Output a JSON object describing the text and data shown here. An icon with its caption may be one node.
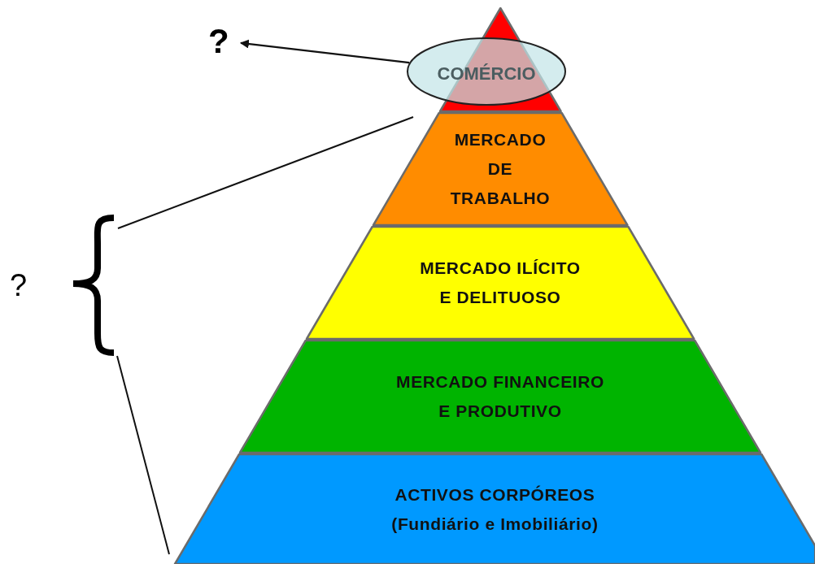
{
  "diagram": {
    "nodes": [
      {
        "text": [
          "?"
        ]
      },
      {
        "text": [
          "COMÉRCIO"
        ]
      },
      {
        "text": [],
        "shape": "triangle"
      },
      {
        "text": [
          "MERCADO DE TRABALHO"
        ]
      },
      {
        "text": [
          "MERCADO ILÍCITO E DELITUOSO"
        ]
      },
      {
        "text": [
          "MERCADO FINANCEIRO E PRODUTIVO"
        ]
      },
      {
        "text": [
          "ACTIVOS CORPÓREOS",
          "(Fundiário e Imobiliário)"
        ]
      }
    ],
    "edges": [
      {
        "from": 1,
        "to": 0,
        "arrow": "to"
      }
    ],
    "labels": [
      "?"
    ]
  }
}
